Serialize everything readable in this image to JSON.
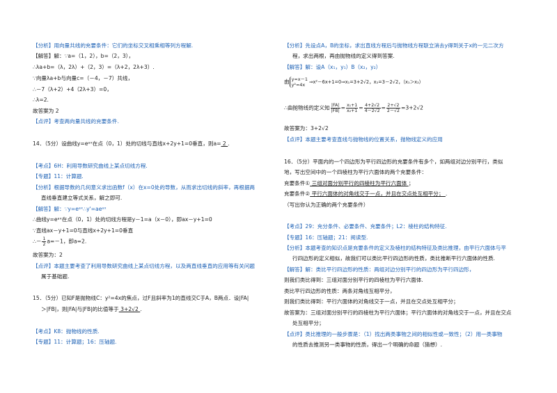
{
  "left": {
    "l01": "【分析】用向量共线的充要条件：它们的坐标交叉相乘相等列方程解.",
    "l02": "【解答】解：∵a=（1，2），b=（2，3），",
    "l03": "∴λa+b=（λ，2λ）+（2，3）=（λ+2，2λ+3）.",
    "l04": "∵向量λa+b与向量c=（－4，－7）共线，",
    "l05": "∴－7（λ+2）+4（2λ+3）=0，",
    "l06": "∴λ=2.",
    "l07": "故答案为 2",
    "l08": "【点评】考查两向量共线的充要条件.",
    "q14_a": "14．（5分）设曲线y=eᵃˣ在点（0，1）处的切线与直线x+2y+1=0垂直，则a=",
    "q14_ans": "  2  ",
    "q14_end": ".",
    "l10": "【考点】6H：利用导数研究曲线上某点切线方程.",
    "l11": "【专题】11：计算题.",
    "l12": "【分析】根据导数的几何意义求出函数f（x）在x=0处的导数，从而求出切线的斜率，再根据两",
    "l13": "直线垂直建立等式关系，解之即可.",
    "l14": "【解答】解：∵y=eᵃˣ∴y'=aeᵃˣ",
    "l15": "∴曲线y=eᵃˣ在点（0，1）处的切线方程是y－1=a（x－0），即ax－y+1=0",
    "l16": "∵直线ax－y+1=0与直线x+2y+1=0垂直",
    "l17_pre": "∴－",
    "l17_num": "1",
    "l17_den": "2",
    "l17_post": "a=－1，即a=2.",
    "l18": "故答案为：2",
    "l19": "【点评】本题主要考查了利用导数研究曲线上某点切线方程，以及两直线垂直的应用等有关问题",
    "l20": "属于基础题.",
    "q15_a": "15．（5分）已知F是抛物线C：y²=4x的焦点，过F且斜率为1的直线交C于A，B两点．设|FA|",
    "q15_b": "＞|FB|，则|FA|与|FB|的比值等于",
    "q15_ans": "  3+2√2  ",
    "q15_end": ".",
    "l23": "【考点】K8：抛物线的性质.",
    "l24": "【专题】11：计算题；16：压轴题."
  },
  "right": {
    "r01": "【分析】先设点A，B的坐标，求出直线方程后与抛物线方程联立消去y得到关于x的一元二次方",
    "r02": "程，求出两根，再由抛物线的定义得到答案.",
    "r03": "【解答】解：设A（x₁，y₁）B（x₂，y₂）",
    "r04_you": "由",
    "r04_sys1": "y=x－1",
    "r04_sys2": "y²=4x",
    "r04_rest": "⇒x²－6x+1=0⇒x₁=3+2√2，x₂=3－2√2，（x₁＞x₂）",
    "r05_pre": "∴由抛物线的定义知",
    "r05_f1n": "|FA|",
    "r05_f1d": "|FB|",
    "r05_f2n": "x₁+1",
    "r05_f2d": "x₂+1",
    "r05_f3n": "4+2√2",
    "r05_f3d": "4－2√2",
    "r05_f4n": "2+√2",
    "r05_f4d": "2－√2",
    "r05_end": "3+2√2",
    "r06": "故答案为：3+2√2",
    "r07": "【点评】本题主要考查直线与抛物线的位置关系，抛物线定义的应用",
    "q16_a": "16．（5分）平面内的一个四边形为平行四边形的充要条件有多个，如两组对边分别平行，类似",
    "q16_b": "地，写出空间中的一个四棱柱为平行六面体的两个充要条件：",
    "q16_c_pre": "充要条件①",
    "q16_c_ans": "  三组对面分别平行的四棱柱为平行六面体  ",
    "q16_c_end": "；",
    "q16_d_pre": "充要条件②",
    "q16_d_ans": "  平行六面体的对角线交于一点，并且在交点处互相平分；  ",
    "q16_d_end": ".",
    "q16_e": "（写出你认为正确的两个充要条件）",
    "r13": "【考点】29：充分条件、必要条件、充要条件；L2：棱柱的结构特征.",
    "r14": "【专题】16：压轴题；21：阅读型.",
    "r15": "【分析】本题考查的知识点是充要条件的定义及棱柱的结构特征及类比推理，由平行六面体与平",
    "r16": "行四边形的定义相似，故我们可以类比平行四边形的性质，类比推断平行六面体的性质.",
    "r17": "【解答】解：类比平行四边形的性质：两组对边分别平行的四边形为平行四边形，",
    "r18": "则我们类比得到：三组对面分别平行的四棱柱为平行六面体.",
    "r19": "类比平行四边形的性质：两条对角线互相平分，",
    "r20": "则我们类比得到：平行六面体的对角线交于一点，并且在交点处互相平分；",
    "r21": "故答案为：三组对面分别平行的四棱柱为平行六面体；平行六面体的对角线交于一点，并且在交点",
    "r22": "处互相平分；",
    "r23": "【点评】类比推理的一般步骤是：（1）找出两类事物之间的相似性或一致性；（2）用一类事物",
    "r24": "的性质去推测另一类事物的性质，得出一个明确的命题（猜想）."
  }
}
